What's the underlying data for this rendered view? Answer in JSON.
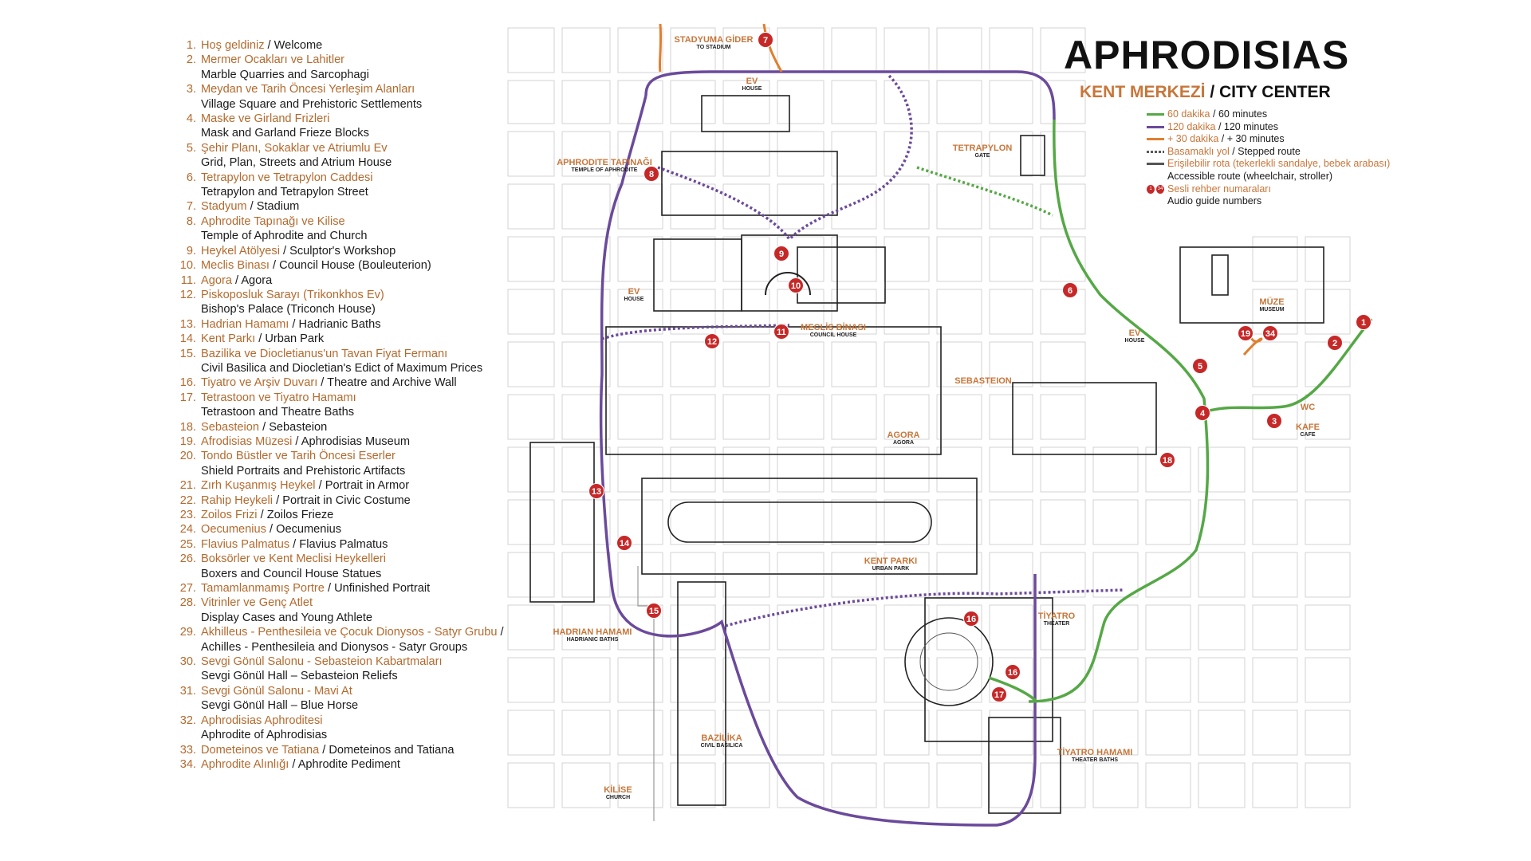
{
  "legend": {
    "items": [
      {
        "n": "1.",
        "tr": "Hoş geldiniz",
        "sep": " / ",
        "en": "Welcome"
      },
      {
        "n": "2.",
        "tr": "Mermer Ocakları ve Lahitler",
        "sep": "",
        "en": "Marble Quarries and Sarcophagi",
        "en_break": true
      },
      {
        "n": "3.",
        "tr": "Meydan ve Tarih Öncesi Yerleşim Alanları",
        "sep": "",
        "en": "Village Square and Prehistoric Settlements",
        "en_break": true
      },
      {
        "n": "4.",
        "tr": "Maske ve Girland Frizleri",
        "sep": "",
        "en": "Mask and Garland Frieze Blocks",
        "en_break": true
      },
      {
        "n": "5.",
        "tr": "Şehir Planı, Sokaklar ve Atriumlu Ev",
        "sep": "",
        "en": "Grid, Plan, Streets and Atrium House",
        "en_break": true
      },
      {
        "n": "6.",
        "tr": "Tetrapylon ve Tetrapylon Caddesi",
        "sep": "",
        "en": "Tetrapylon and Tetrapylon Street",
        "en_break": true
      },
      {
        "n": "7.",
        "tr": "Stadyum",
        "sep": " / ",
        "en": "Stadium"
      },
      {
        "n": "8.",
        "tr": "Aphrodite Tapınağı ve Kilise",
        "sep": "",
        "en": "Temple of Aphrodite and Church",
        "en_break": true
      },
      {
        "n": "9.",
        "tr": "Heykel Atölyesi",
        "sep": " / ",
        "en": "Sculptor's Workshop"
      },
      {
        "n": "10.",
        "tr": "Meclis Binası",
        "sep": " / ",
        "en": "Council House (Bouleuterion)"
      },
      {
        "n": "11.",
        "tr": "Agora",
        "sep": " / ",
        "en": "Agora"
      },
      {
        "n": "12.",
        "tr": "Piskoposluk Sarayı (Trikonkhos Ev)",
        "sep": "",
        "en": "Bishop's Palace (Triconch House)",
        "en_break": true
      },
      {
        "n": "13.",
        "tr": "Hadrian Hamamı",
        "sep": " / ",
        "en": "Hadrianic Baths"
      },
      {
        "n": "14.",
        "tr": "Kent Parkı",
        "sep": " / ",
        "en": "Urban Park"
      },
      {
        "n": "15.",
        "tr": "Bazilika ve Diocletianus'un Tavan Fiyat Fermanı",
        "sep": "",
        "en": "Civil Basilica and Diocletian's Edict of Maximum Prices",
        "en_break": true
      },
      {
        "n": "16.",
        "tr": "Tiyatro ve Arşiv Duvarı",
        "sep": " / ",
        "en": "Theatre and Archive Wall"
      },
      {
        "n": "17.",
        "tr": "Tetrastoon ve Tiyatro Hamamı",
        "sep": "",
        "en": "Tetrastoon and Theatre Baths",
        "en_break": true
      },
      {
        "n": "18.",
        "tr": "Sebasteion",
        "sep": " / ",
        "en": "Sebasteion"
      },
      {
        "n": "19.",
        "tr": "Afrodisias Müzesi",
        "sep": " / ",
        "en": "Aphrodisias Museum"
      },
      {
        "n": "20.",
        "tr": "Tondo Büstler ve Tarih Öncesi Eserler",
        "sep": "",
        "en": "Shield Portraits and Prehistoric Artifacts",
        "en_break": true
      },
      {
        "n": "21.",
        "tr": "Zırh Kuşanmış Heykel",
        "sep": " / ",
        "en": "Portrait in Armor"
      },
      {
        "n": "22.",
        "tr": "Rahip Heykeli",
        "sep": " / ",
        "en": "Portrait in Civic Costume"
      },
      {
        "n": "23.",
        "tr": "Zoilos Frizi",
        "sep": " / ",
        "en": "Zoilos Frieze"
      },
      {
        "n": "24.",
        "tr": "Oecumenius",
        "sep": " / ",
        "en": "Oecumenius"
      },
      {
        "n": "25.",
        "tr": "Flavius Palmatus",
        "sep": " / ",
        "en": "Flavius Palmatus"
      },
      {
        "n": "26.",
        "tr": "Boksörler ve Kent Meclisi Heykelleri",
        "sep": "",
        "en": "Boxers and Council House Statues",
        "en_break": true
      },
      {
        "n": "27.",
        "tr": "Tamamlanmamış Portre",
        "sep": " / ",
        "en": "Unfinished Portrait"
      },
      {
        "n": "28.",
        "tr": "Vitrinler ve Genç Atlet",
        "sep": "",
        "en": "Display Cases and Young Athlete",
        "en_break": true
      },
      {
        "n": "29.",
        "tr": "Akhilleus - Penthesileia ve Çocuk Dionysos - Satyr Grubu",
        "sep": " / ",
        "en": "Achilles - Penthesileia and Dionysos - Satyr Groups"
      },
      {
        "n": "30.",
        "tr": "Sevgi Gönül Salonu - Sebasteion Kabartmaları",
        "sep": "",
        "en": "Sevgi Gönül Hall – Sebasteion Reliefs",
        "en_break": true
      },
      {
        "n": "31.",
        "tr": "Sevgi Gönül Salonu - Mavi At",
        "sep": "",
        "en": "Sevgi Gönül Hall – Blue Horse",
        "en_break": true
      },
      {
        "n": "32.",
        "tr": "Aphrodisias Aphroditesi",
        "sep": "",
        "en": "Aphrodite of Aphrodisias",
        "en_break": true
      },
      {
        "n": "33.",
        "tr": "Dometeinos ve Tatiana",
        "sep": " / ",
        "en": "Dometeinos and Tatiana"
      },
      {
        "n": "34.",
        "tr": "Aphrodite Alınlığı",
        "sep": " / ",
        "en": "Aphrodite Pediment"
      }
    ]
  },
  "title": {
    "main": "APHRODISIAS",
    "sub_tr": "KENT MERKEZİ",
    "sub_sep": " / ",
    "sub_en": "CITY CENTER"
  },
  "route_legend": {
    "items": [
      {
        "sym": "green",
        "tr": "60 dakika",
        "sep": " / ",
        "en": "60 minutes"
      },
      {
        "sym": "purple",
        "tr": "120 dakika",
        "sep": " / ",
        "en": "120 minutes"
      },
      {
        "sym": "orange",
        "tr": "+ 30 dakika",
        "sep": " / ",
        "en": "+ 30 minutes"
      },
      {
        "sym": "dots",
        "tr": "Basamaklı yol",
        "sep": " / ",
        "en": "Stepped route"
      },
      {
        "sym": "dark",
        "tr": "Erişilebilir rota (tekerlekli sandalye, bebek arabası)",
        "sep": "",
        "en": "Accessible route (wheelchair, stroller)"
      },
      {
        "sym": "badges",
        "tr": "Sesli rehber numaraları",
        "sep": "",
        "en": "Audio guide numbers"
      }
    ],
    "badge_a": "1",
    "badge_b": "34"
  },
  "colors": {
    "green": "#55a846",
    "purple": "#6b4a9b",
    "orange": "#e07f30",
    "marker": "#c62828",
    "label": "#c7763a"
  },
  "map_labels": [
    {
      "tr": "STADYUMA GİDER",
      "en": "TO STADIUM"
    },
    {
      "tr": "EV",
      "en": "HOUSE"
    },
    {
      "tr": "APHRODITE TAPINAĞI",
      "en": "TEMPLE OF APHRODITE"
    },
    {
      "tr": "TETRAPYLON",
      "en": "GATE"
    },
    {
      "tr": "EV",
      "en": "HOUSE"
    },
    {
      "tr": "MECLİS BİNASI",
      "en": "COUNCIL HOUSE"
    },
    {
      "tr": "MÜZE",
      "en": "MUSEUM"
    },
    {
      "tr": "EV",
      "en": "HOUSE"
    },
    {
      "tr": "SEBASTEION",
      "en": ""
    },
    {
      "tr": "AGORA",
      "en": "AGORA"
    },
    {
      "tr": "KAFE",
      "en": "CAFE"
    },
    {
      "tr": "WC",
      "en": ""
    },
    {
      "tr": "KENT PARKI",
      "en": "URBAN PARK"
    },
    {
      "tr": "TİYATRO",
      "en": "THEATER"
    },
    {
      "tr": "HADRIAN HAMAMI",
      "en": "HADRIANIC BATHS"
    },
    {
      "tr": "BAZİLİKA",
      "en": "CIVIL BASILICA"
    },
    {
      "tr": "TİYATRO HAMAMI",
      "en": "THEATER BATHS"
    },
    {
      "tr": "KİLİSE",
      "en": "CHURCH"
    }
  ],
  "markers": [
    "7",
    "8",
    "9",
    "10",
    "11",
    "12",
    "6",
    "19",
    "34",
    "1",
    "2",
    "5",
    "4",
    "3",
    "18",
    "13",
    "14",
    "15",
    "16",
    "16",
    "17"
  ]
}
